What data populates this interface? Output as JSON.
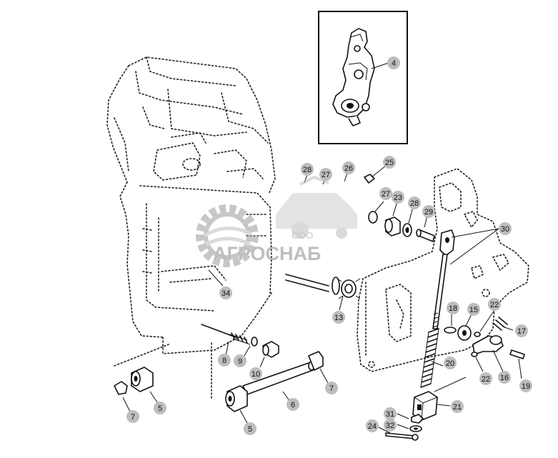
{
  "watermark": {
    "company_prefix": "ООО",
    "company_name": "АГРОСНАБ"
  },
  "callouts": [
    {
      "id": "c4",
      "label": "4"
    },
    {
      "id": "c5a",
      "label": "5"
    },
    {
      "id": "c5b",
      "label": "5"
    },
    {
      "id": "c6",
      "label": "6"
    },
    {
      "id": "c7a",
      "label": "7"
    },
    {
      "id": "c7b",
      "label": "7"
    },
    {
      "id": "c8",
      "label": "8"
    },
    {
      "id": "c9",
      "label": "9"
    },
    {
      "id": "c10",
      "label": "10"
    },
    {
      "id": "c13",
      "label": "13"
    },
    {
      "id": "c15",
      "label": "15"
    },
    {
      "id": "c16",
      "label": "16"
    },
    {
      "id": "c17",
      "label": "17"
    },
    {
      "id": "c18",
      "label": "18"
    },
    {
      "id": "c19",
      "label": "19"
    },
    {
      "id": "c20",
      "label": "20"
    },
    {
      "id": "c21",
      "label": "21"
    },
    {
      "id": "c22a",
      "label": "22"
    },
    {
      "id": "c22b",
      "label": "22"
    },
    {
      "id": "c23",
      "label": "23"
    },
    {
      "id": "c24",
      "label": "24"
    },
    {
      "id": "c25",
      "label": "25"
    },
    {
      "id": "c26",
      "label": "26"
    },
    {
      "id": "c27a",
      "label": "27"
    },
    {
      "id": "c27b",
      "label": "27"
    },
    {
      "id": "c28a",
      "label": "28"
    },
    {
      "id": "c28b",
      "label": "28"
    },
    {
      "id": "c29",
      "label": "29"
    },
    {
      "id": "c30",
      "label": "30"
    },
    {
      "id": "c31",
      "label": "31"
    },
    {
      "id": "c32",
      "label": "32"
    },
    {
      "id": "c34",
      "label": "34"
    }
  ]
}
